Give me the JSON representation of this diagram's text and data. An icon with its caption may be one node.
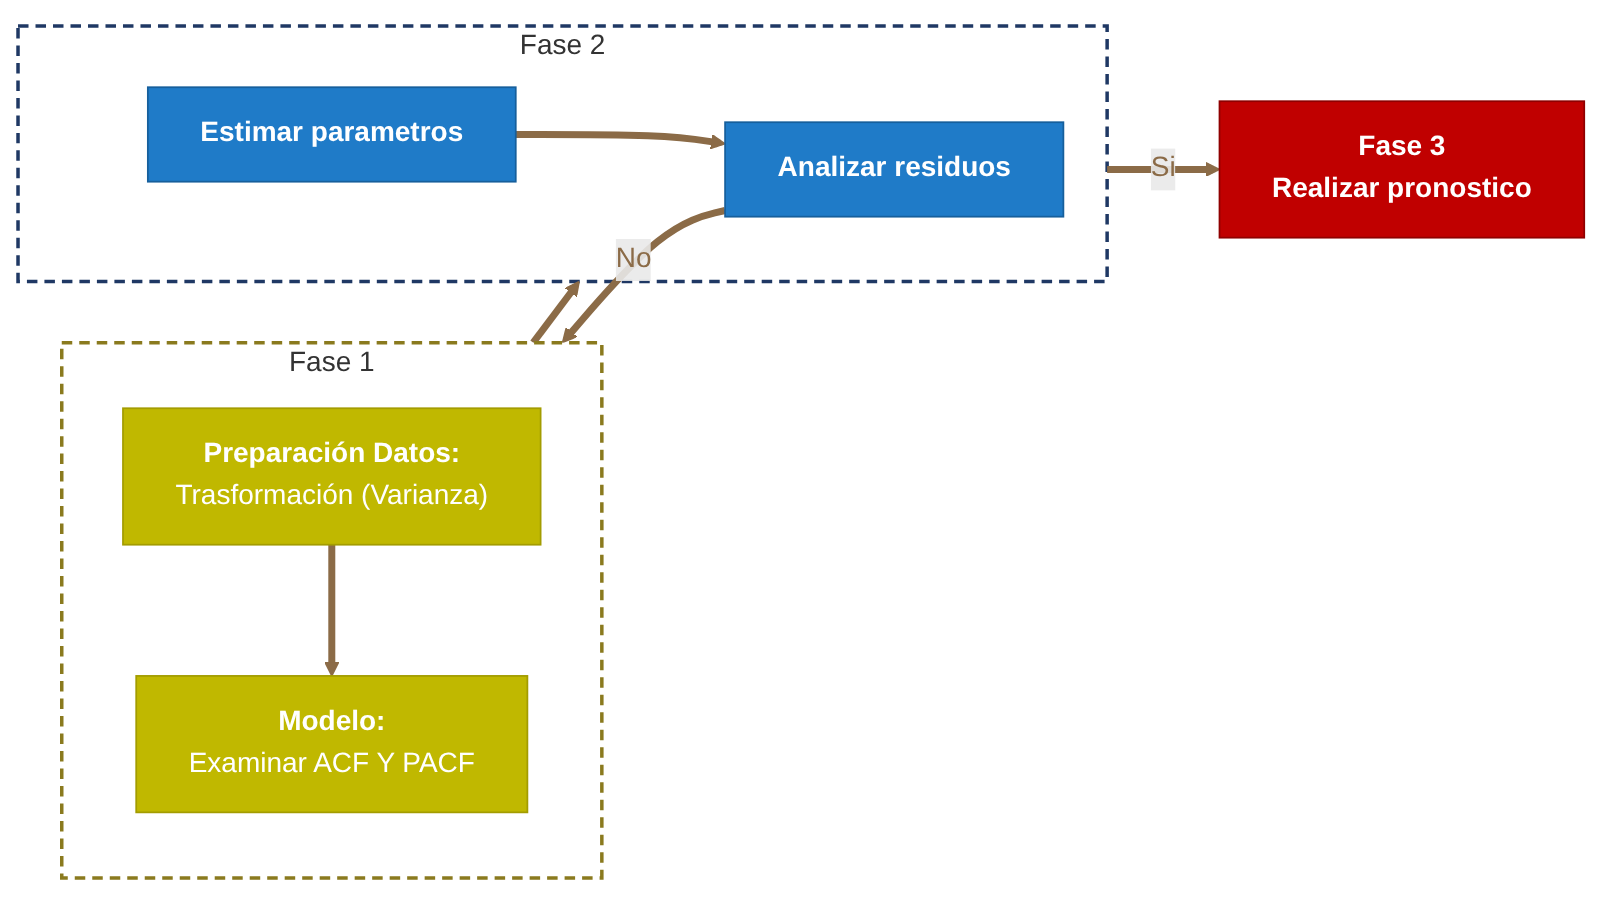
{
  "diagram": {
    "nodes": [
      {
        "text": [
          "Fase 1"
        ]
      },
      {
        "text": [
          "Preparación Datos:",
          "Trasformación (Varianza)"
        ],
        "in": 0
      },
      {
        "text": [
          "Modelo:",
          "Examinar ACF Y PACF"
        ],
        "in": 0
      },
      {
        "text": [
          "Fase 2"
        ]
      },
      {
        "text": [
          "Analizar residuos"
        ],
        "in": 3
      },
      {
        "text": [
          "Estimar parametros"
        ],
        "in": 3
      },
      {
        "text": [
          "Fase 3",
          "Realizar pronostico"
        ]
      }
    ],
    "edges": [
      {
        "from": 1,
        "to": 2,
        "arrow": "to"
      },
      {
        "from": 0,
        "to": 3,
        "arrow": "to"
      },
      {
        "from": 5,
        "to": 4,
        "arrow": "to"
      },
      {
        "from": 4,
        "to": 0,
        "arrow": "to",
        "label": "No"
      },
      {
        "from": 3,
        "to": 6,
        "arrow": "to",
        "label": "Si"
      }
    ]
  }
}
